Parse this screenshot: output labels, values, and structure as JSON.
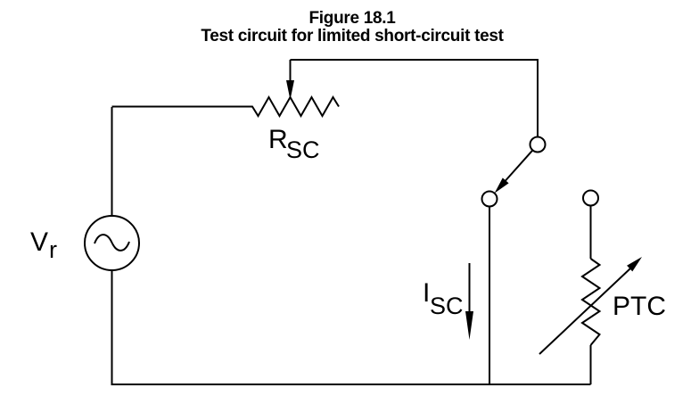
{
  "title": {
    "line1": "Figure 18.1",
    "line2": "Test circuit for limited short-circuit test"
  },
  "labels": {
    "voltage_source": {
      "symbol": "V",
      "subscript": "r"
    },
    "resistor": {
      "symbol": "R",
      "subscript": "SC"
    },
    "short_circuit_current": {
      "symbol": "I",
      "subscript": "SC"
    },
    "ptc": "PTC"
  },
  "colors": {
    "line": "#000000",
    "background": "#ffffff"
  }
}
